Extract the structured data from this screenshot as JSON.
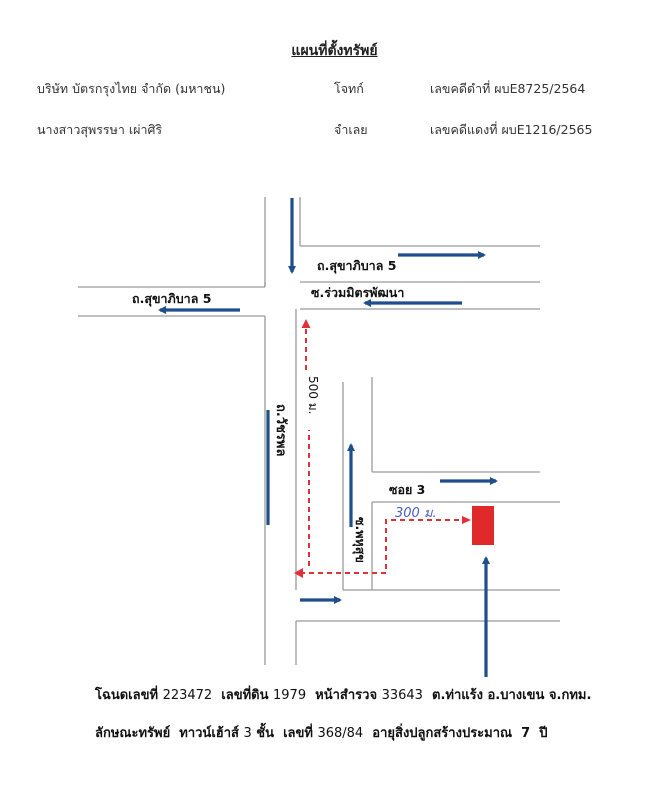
{
  "header": {
    "title": "แผนที่ตั้งทรัพย์",
    "row1": {
      "name": "บริษัท บัตรกรุงไทย จำกัด (มหาชน)",
      "role": "โจทก์",
      "case": "เลขคดีดำที่ ผบE8725/2564"
    },
    "row2": {
      "name": "นางสาวสุพรรษา  เผ่าศิริ",
      "role": "จำเลย",
      "case": "เลขคดีแดงที่ ผบE1216/2565"
    }
  },
  "map": {
    "labels": {
      "road_top_right": "ถ.สุขาภิบาล 5",
      "road_top_left": "ถ.สุขาภิบาล 5",
      "soi_ruam": "ซ.ร่วมมิตรพัฒนา",
      "road_vertical": "ถ.วัชรพล",
      "distance_500": "500 ม.",
      "soi_3": "ซอย 3",
      "soi_vertical": "ซ.พหุสุข",
      "distance_300": "300 ม."
    },
    "colors": {
      "road_line": "#9a9a9a",
      "arrow_blue": "#1f4e8c",
      "route_red": "#e0303a",
      "property": "#e02a2a"
    }
  },
  "footer": {
    "line1": {
      "deed_label": "โฉนดเลขที่",
      "deed_no": "223472",
      "land_label": "เลขที่ดิน",
      "land_no": "1979",
      "survey_label": "หน้าสำรวจ",
      "survey_no": "33643",
      "location": "ต.ท่าแร้ง  อ.บางเขน  จ.กทม."
    },
    "line2": {
      "type_label": "ลักษณะทรัพย์",
      "type_value": "ทาวน์เฮ้าส์",
      "floors_no": "3",
      "floors_unit": "ชั้น",
      "house_label": "เลขที่",
      "house_no": "368/84",
      "age_label": "อายุสิ่งปลูกสร้างประมาณ",
      "age_value": "7",
      "age_unit": "ปี"
    }
  }
}
